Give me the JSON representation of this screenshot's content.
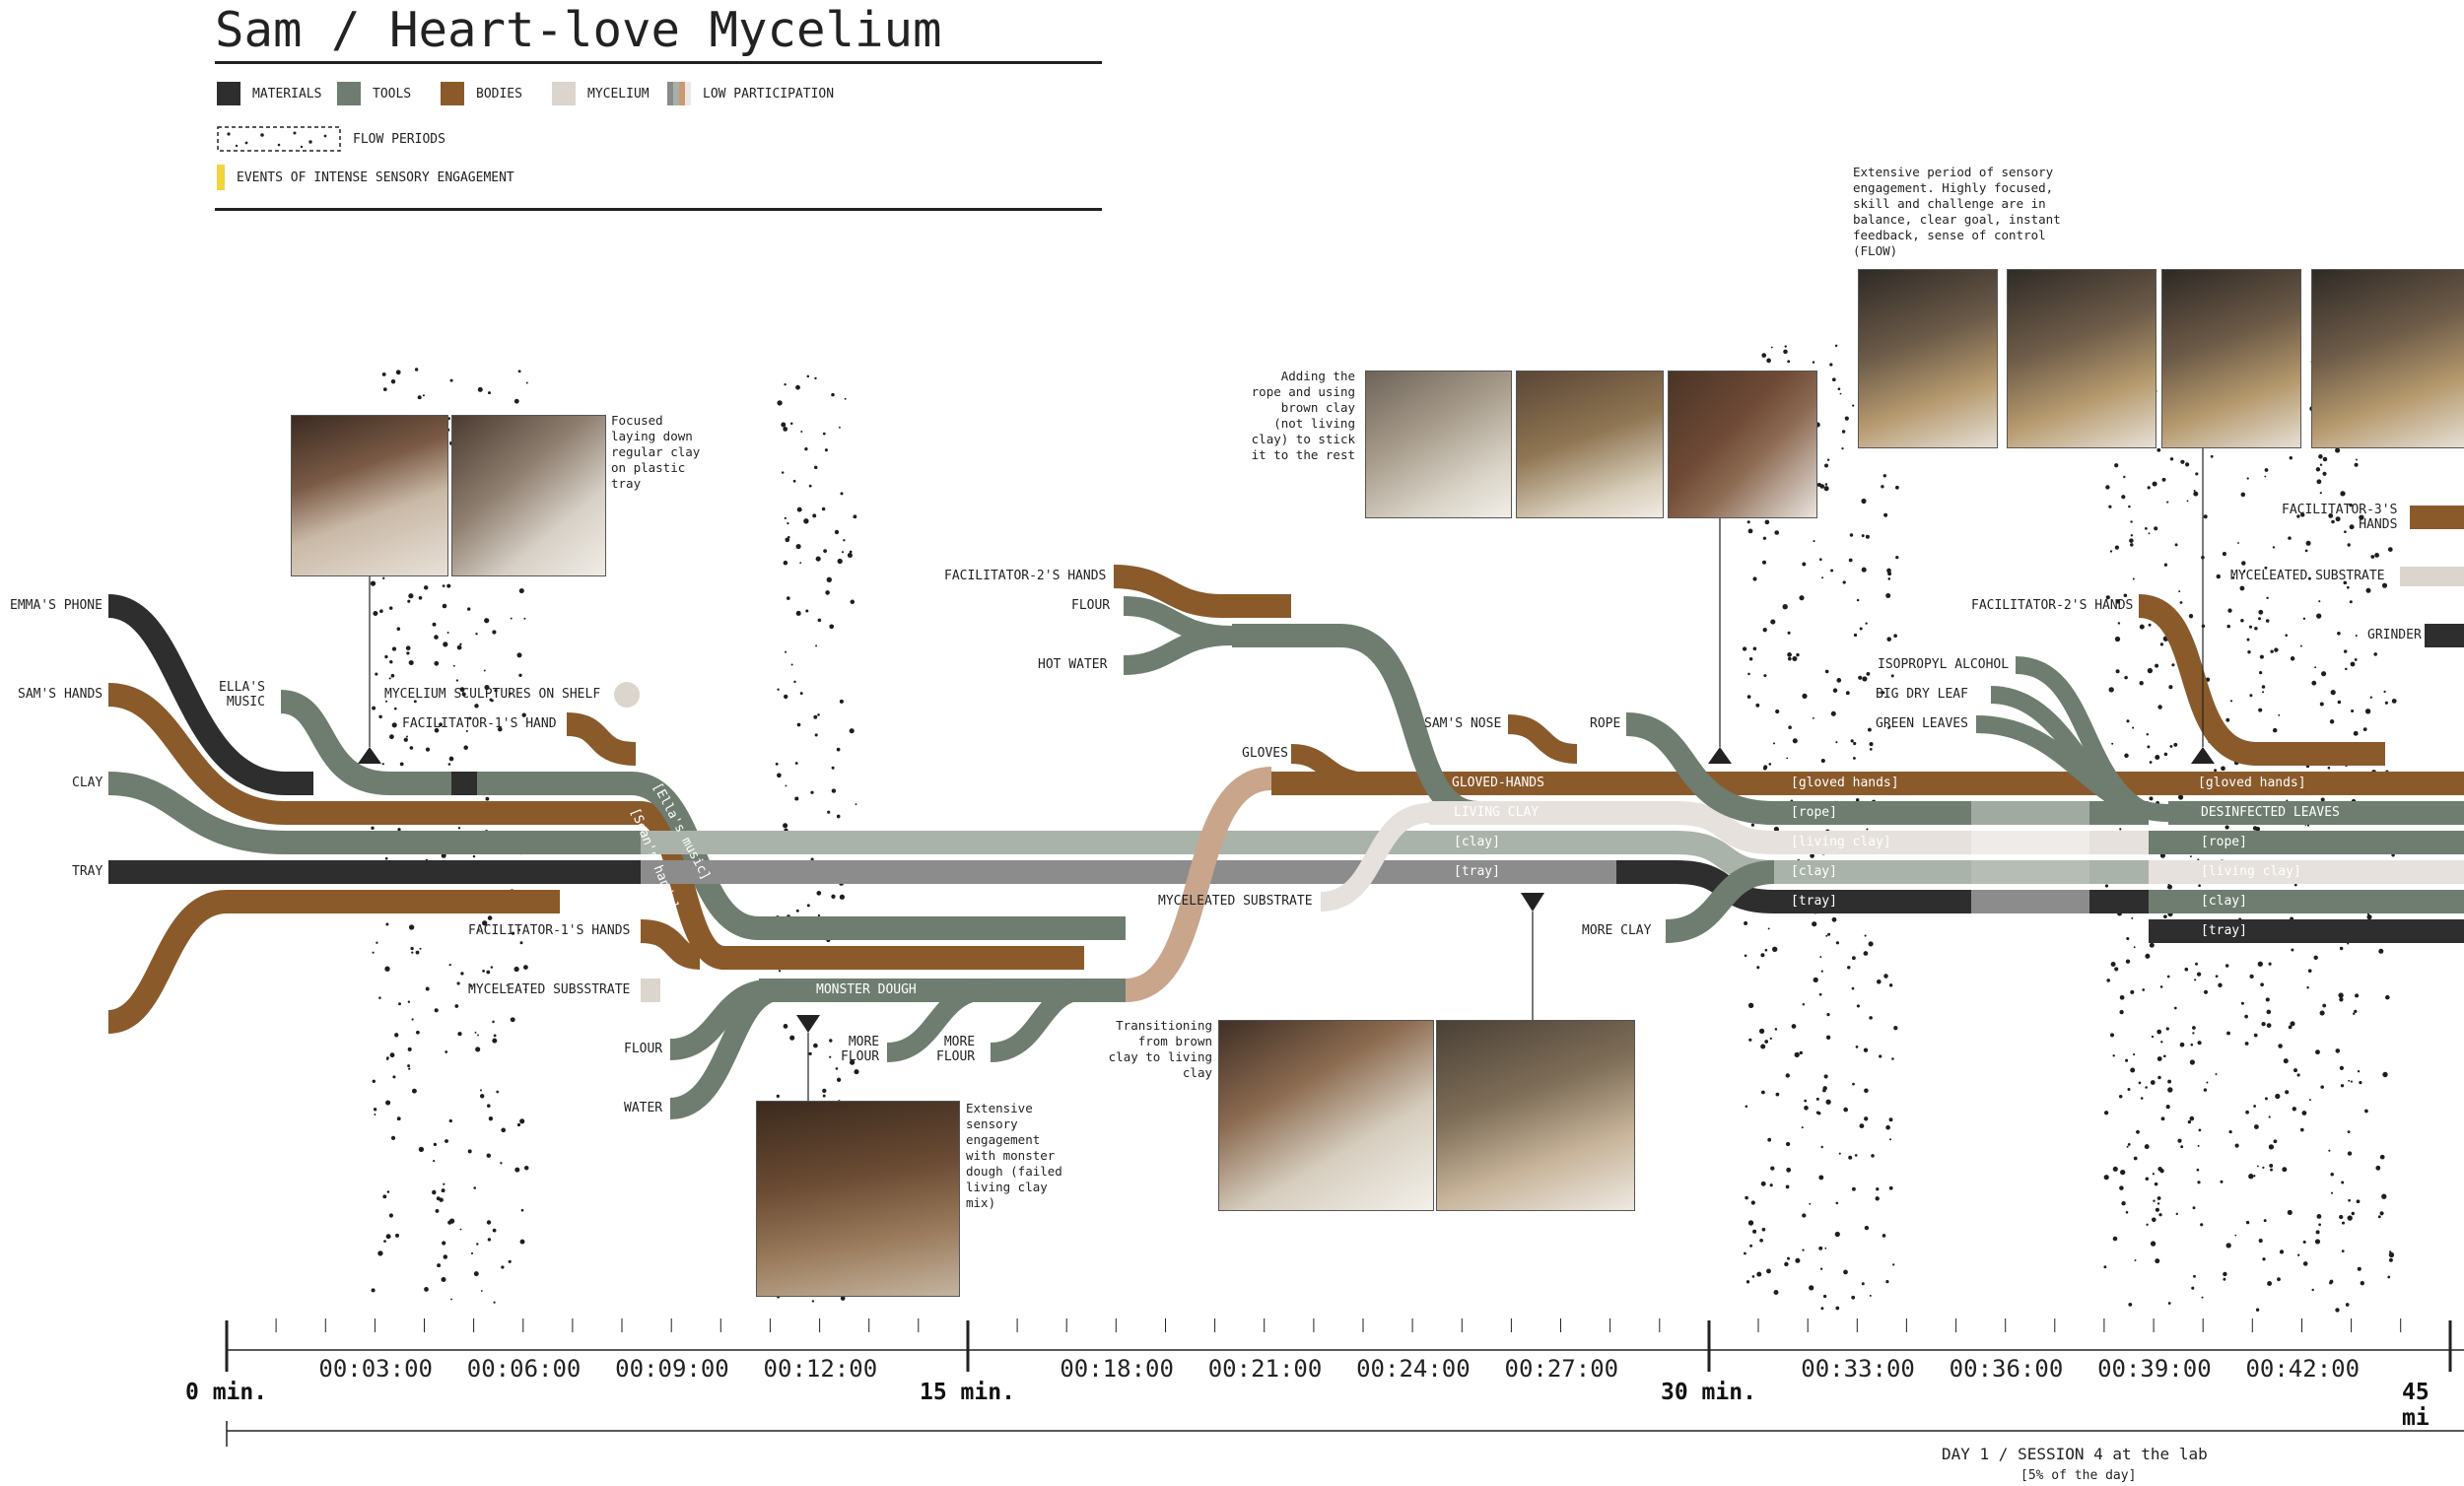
{
  "title": "Sam / Heart-love Mycelium",
  "legend": {
    "materials": "MATERIALS",
    "tools": "TOOLS",
    "bodies": "BODIES",
    "mycelium": "MYCELIUM",
    "low_participation": "LOW PARTICIPATION",
    "flow_periods": "FLOW PERIODS",
    "events": "EVENTS OF INTENSE SENSORY ENGAGEMENT"
  },
  "colors": {
    "materials": "#2e2e2e",
    "tools": "#6e7d6f",
    "bodies": "#8a5a2b",
    "mycelium": "#dcd5cd",
    "events": "#f2d43b"
  },
  "labels": {
    "emmas_phone": "EMMA'S PHONE",
    "sams_hands": "SAM'S HANDS",
    "clay": "CLAY",
    "tray": "TRAY",
    "ellas_music": "ELLA'S\nMUSIC",
    "mycelium_shelf": "MYCELIUM SCULPTURES ON SHELF",
    "facilitator1_hand": "FACILITATOR-1'S HAND",
    "facilitator1_hands": "FACILITATOR-1'S HANDS",
    "myceleated_subsstrate": "MYCELEATED SUBSSTRATE",
    "flour": "FLOUR",
    "water": "WATER",
    "more_flour_1": "MORE\nFLOUR",
    "more_flour_2": "MORE\nFLOUR",
    "facilitator2_hands": "FACILITATOR-2'S HANDS",
    "flour_2": "FLOUR",
    "hot_water": "HOT WATER",
    "gloves": "GLOVES",
    "myceleated_substrate": "MYCELEATED SUBSTRATE",
    "sams_nose": "SAM'S NOSE",
    "rope": "ROPE",
    "more_clay": "MORE CLAY",
    "facilitator2_hands_b": "FACILITATOR-2'S HANDS",
    "isopropyl": "ISOPROPYL ALCOHOL",
    "big_dry_leaf": "BIG DRY LEAF",
    "green_leaves": "GREEN LEAVES",
    "facilitator3_hands": "FACILITATOR-3'S\nHANDS",
    "myceleated_substrate_b": "MYCELEATED SUBSTRATE",
    "grinder": "GRINDER"
  },
  "stream_labels": {
    "ellas_music": "[Ella's music]",
    "seans_hands": "[Sean's hands]",
    "monster_dough": "MONSTER DOUGH",
    "gloved_hands": "GLOVED-HANDS",
    "living_clay": "LIVING CLAY",
    "clay": "[clay]",
    "tray": "[tray]",
    "gloved_hands_2": "[gloved hands]",
    "rope": "[rope]",
    "living_clay_2": "[living clay]",
    "clay_2": "[clay]",
    "tray_2": "[tray]",
    "gloved_hands_3": "[gloved hands]",
    "desinfected_leaves": "DESINFECTED LEAVES",
    "rope_3": "[rope]",
    "living_clay_3": "[living clay]",
    "clay_3": "[clay]",
    "tray_3": "[tray]"
  },
  "notes": {
    "focused": "Focused\nlaying down\nregular clay\non plastic\ntray",
    "extensive_dough": "Extensive\nsensory\nengagement\nwith monster\ndough (failed\nliving clay\nmix)",
    "adding_rope": "Adding the\nrope and using\nbrown clay\n(not living\nclay) to stick\nit to the rest",
    "transitioning": "Transitioning\nfrom brown\nclay to living\nclay",
    "extensive_flow": "Extensive period of sensory\nengagement. Highly focused,\nskill and challenge are in\nbalance, clear goal, instant\nfeedback, sense of control\n(FLOW)"
  },
  "timeline": {
    "ticks": [
      "00:03:00",
      "00:06:00",
      "00:09:00",
      "00:12:00",
      "00:18:00",
      "00:21:00",
      "00:24:00",
      "00:27:00",
      "00:33:00",
      "00:36:00",
      "00:39:00",
      "00:42:00"
    ],
    "majors": [
      "0 min.",
      "15 min.",
      "30 min.",
      "45 mi"
    ],
    "session": "DAY 1 / SESSION 4 at the lab",
    "session_sub": "[5% of the day]"
  }
}
